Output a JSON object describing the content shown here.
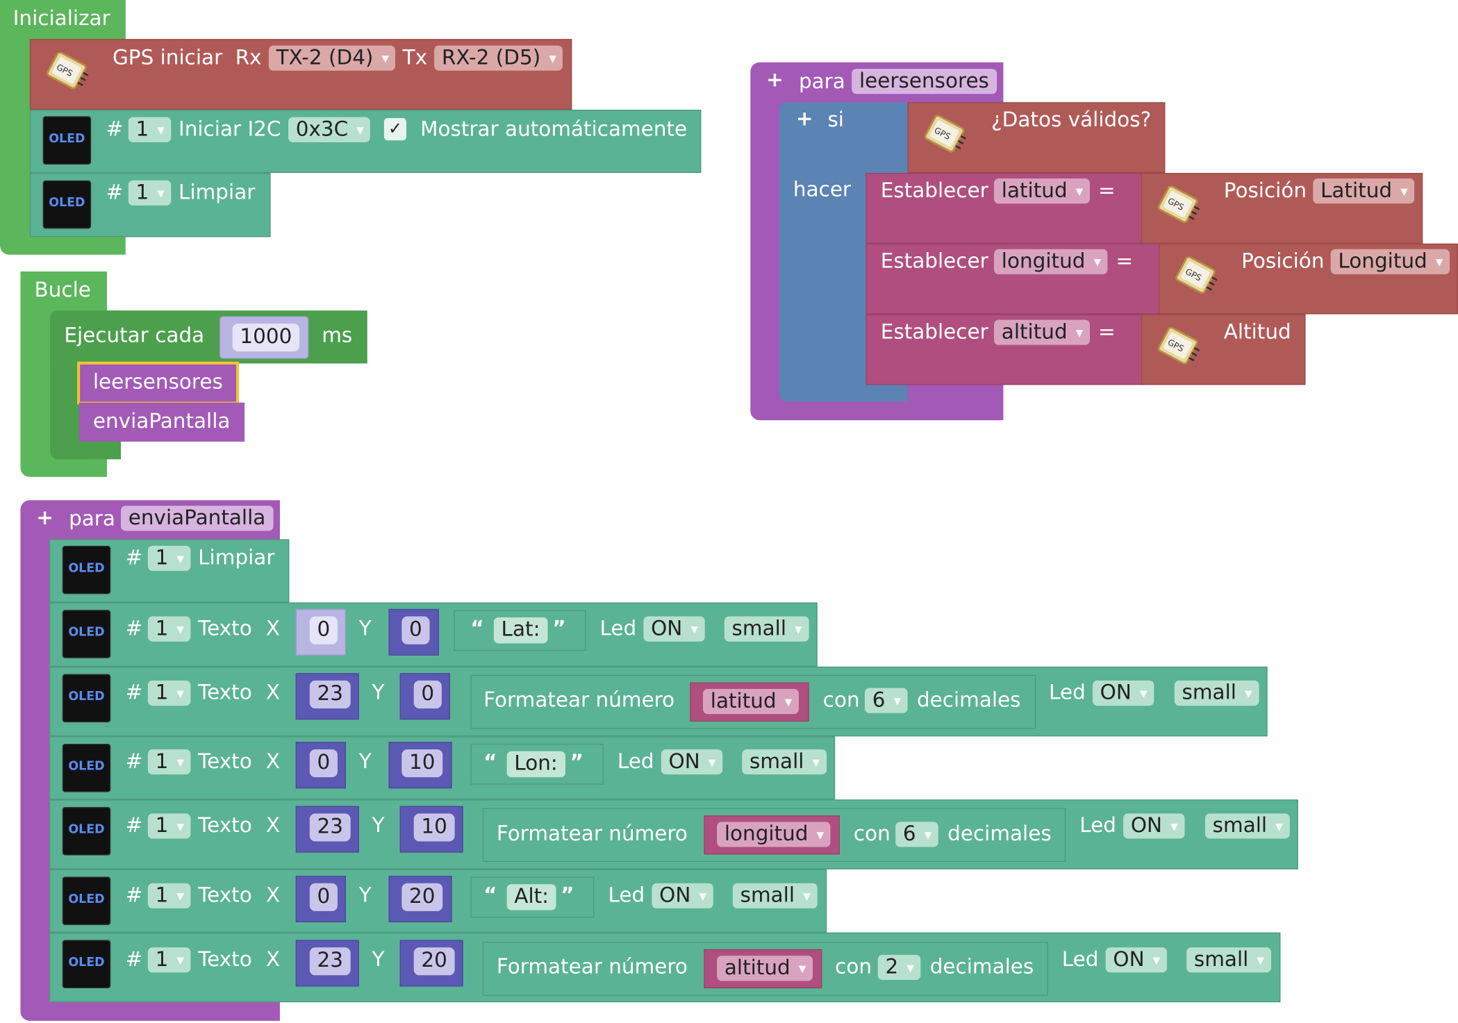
{
  "gps_icon_label": "GPS",
  "oled_icon_label": "OLED",
  "inicializar": {
    "title": "Inicializar",
    "gps": {
      "label": "GPS iniciar",
      "rx_label": "Rx",
      "rx_value": "TX-2 (D4)",
      "tx_label": "Tx",
      "tx_value": "RX-2 (D5)"
    },
    "oled_init": {
      "hash": "#",
      "index": "1",
      "label": "Iniciar I2C",
      "address": "0x3C",
      "check": "✓",
      "auto_label": "Mostrar automáticamente"
    },
    "oled_clear": {
      "hash": "#",
      "index": "1",
      "label": "Limpiar"
    }
  },
  "bucle": {
    "title": "Bucle",
    "every_label": "Ejecutar cada",
    "interval": "1000",
    "unit": "ms",
    "call1": "leersensores",
    "call2": "enviaPantalla"
  },
  "leersensores": {
    "plus": "+",
    "para_label": "para",
    "name": "leersensores",
    "if_label": "si",
    "do_label": "hacer",
    "cond_label": "¿Datos válidos?",
    "rows": [
      {
        "set_label": "Establecer",
        "var": "latitud",
        "eq": "=",
        "source_label": "Posición",
        "source_value": "Latitud"
      },
      {
        "set_label": "Establecer",
        "var": "longitud",
        "eq": "=",
        "source_label": "Posición",
        "source_value": "Longitud"
      },
      {
        "set_label": "Establecer",
        "var": "altitud",
        "eq": "=",
        "source_label": "Altitud"
      }
    ]
  },
  "enviaPantalla": {
    "plus": "+",
    "para_label": "para",
    "name": "enviaPantalla",
    "clear": {
      "hash": "#",
      "index": "1",
      "label": "Limpiar"
    },
    "text_label": "Texto",
    "x_label": "X",
    "y_label": "Y",
    "led_label": "Led",
    "format_label": "Formatear número",
    "con_label": "con",
    "dec_label": "decimales",
    "open_quote": "“",
    "close_quote": "”",
    "rows": [
      {
        "index": "1",
        "x": "0",
        "y": "0",
        "text": "Lat:",
        "led": "ON",
        "size": "small"
      },
      {
        "index": "1",
        "x": "23",
        "y": "0",
        "var": "latitud",
        "decimals": "6",
        "led": "ON",
        "size": "small"
      },
      {
        "index": "1",
        "x": "0",
        "y": "10",
        "text": "Lon:",
        "led": "ON",
        "size": "small"
      },
      {
        "index": "1",
        "x": "23",
        "y": "10",
        "var": "longitud",
        "decimals": "6",
        "led": "ON",
        "size": "small"
      },
      {
        "index": "1",
        "x": "0",
        "y": "20",
        "text": "Alt:",
        "led": "ON",
        "size": "small"
      },
      {
        "index": "1",
        "x": "23",
        "y": "20",
        "var": "altitud",
        "decimals": "2",
        "led": "ON",
        "size": "small"
      }
    ]
  },
  "colors": {
    "event_green": "#5cb65c",
    "oled_teal": "#5ab394",
    "gps_red": "#b05a58",
    "procedure_purple": "#a25ab6",
    "logic_blue": "#5b83b3",
    "variable_magenta": "#b04f7f",
    "math_indigo": "#5b59b3",
    "selected_outline": "#f4c430"
  }
}
